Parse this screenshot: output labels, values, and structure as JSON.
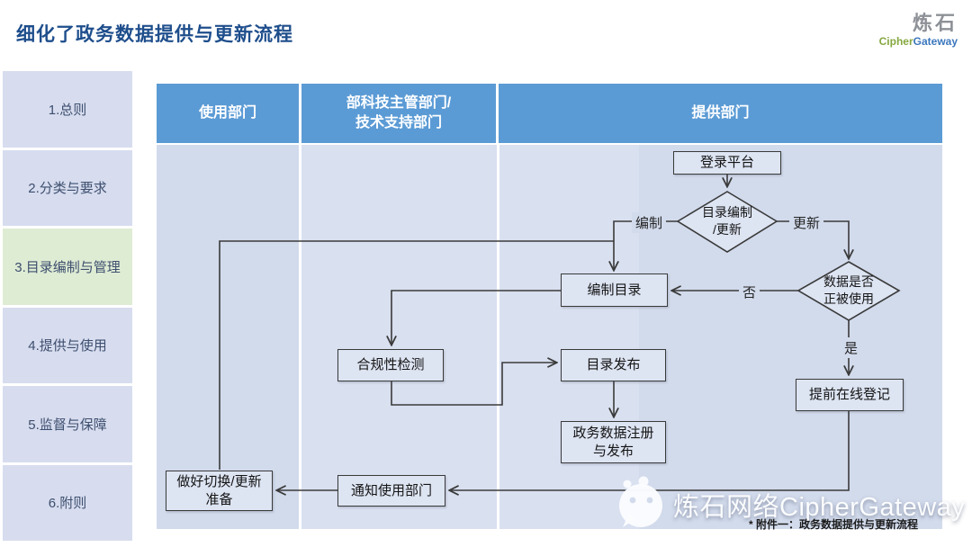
{
  "title": "细化了政务数据提供与更新流程",
  "logo": {
    "name": "炼石",
    "cipher": "Cipher",
    "gateway": "Gateway"
  },
  "sidebar": {
    "items": [
      {
        "label": "1.总则"
      },
      {
        "label": "2.分类与要求"
      },
      {
        "label": "3.目录编制与管理",
        "active": true
      },
      {
        "label": "4.提供与使用"
      },
      {
        "label": "5.监督与保障"
      },
      {
        "label": "6.附则"
      }
    ]
  },
  "lanes": [
    {
      "label": "使用部门"
    },
    {
      "label": "部科技主管部门/\n技术支持部门"
    },
    {
      "label": "提供部门"
    }
  ],
  "flow": {
    "nodes": {
      "login": "登录平台",
      "catalog_decision": "目录编制\n/更新",
      "compile_catalog": "编制目录",
      "data_in_use_decision": "数据是否\n正被使用",
      "compliance_check": "合规性检测",
      "catalog_publish": "目录发布",
      "gov_data_register": "政务数据注册\n与发布",
      "advance_online_register": "提前在线登记",
      "notify_user_dept": "通知使用部门",
      "prepare_switch": "做好切换/更新\n准备"
    },
    "edge_labels": {
      "compile": "编制",
      "update": "更新",
      "no": "否",
      "yes": "是"
    }
  },
  "watermark": {
    "text": "炼石网络CipherGateway",
    "caption": "* 附件一：政务数据提供与更新流程"
  },
  "colors": {
    "title_blue": "#1e4e8c",
    "lane_header_blue": "#5b9bd5",
    "body_bg": "#d2dbec",
    "body_bg_mid": "#d9e0f0",
    "sidebar_blue": "#d7ddef",
    "sidebar_active_green": "#deecd4",
    "node_fill": "#dde4f2",
    "line": "#3a3a3a",
    "logo_gray": "#8d9197",
    "logo_green": "#85a83f",
    "logo_blue": "#3b77bd"
  }
}
